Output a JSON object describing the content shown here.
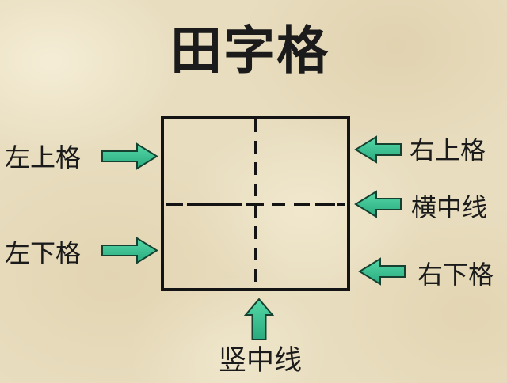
{
  "title": "田字格",
  "labels": {
    "upper_left": "左上格",
    "lower_left": "左下格",
    "upper_right": "右上格",
    "middle_horizontal": "横中线",
    "lower_right": "右下格",
    "middle_vertical": "竖中线"
  },
  "colors": {
    "background": "#e8ddbf",
    "arrow_fill_light": "#55d8a8",
    "arrow_fill_dark": "#2aaa7e",
    "arrow_outline": "#16402f",
    "line": "#141414",
    "text": "#1b1b1b"
  }
}
